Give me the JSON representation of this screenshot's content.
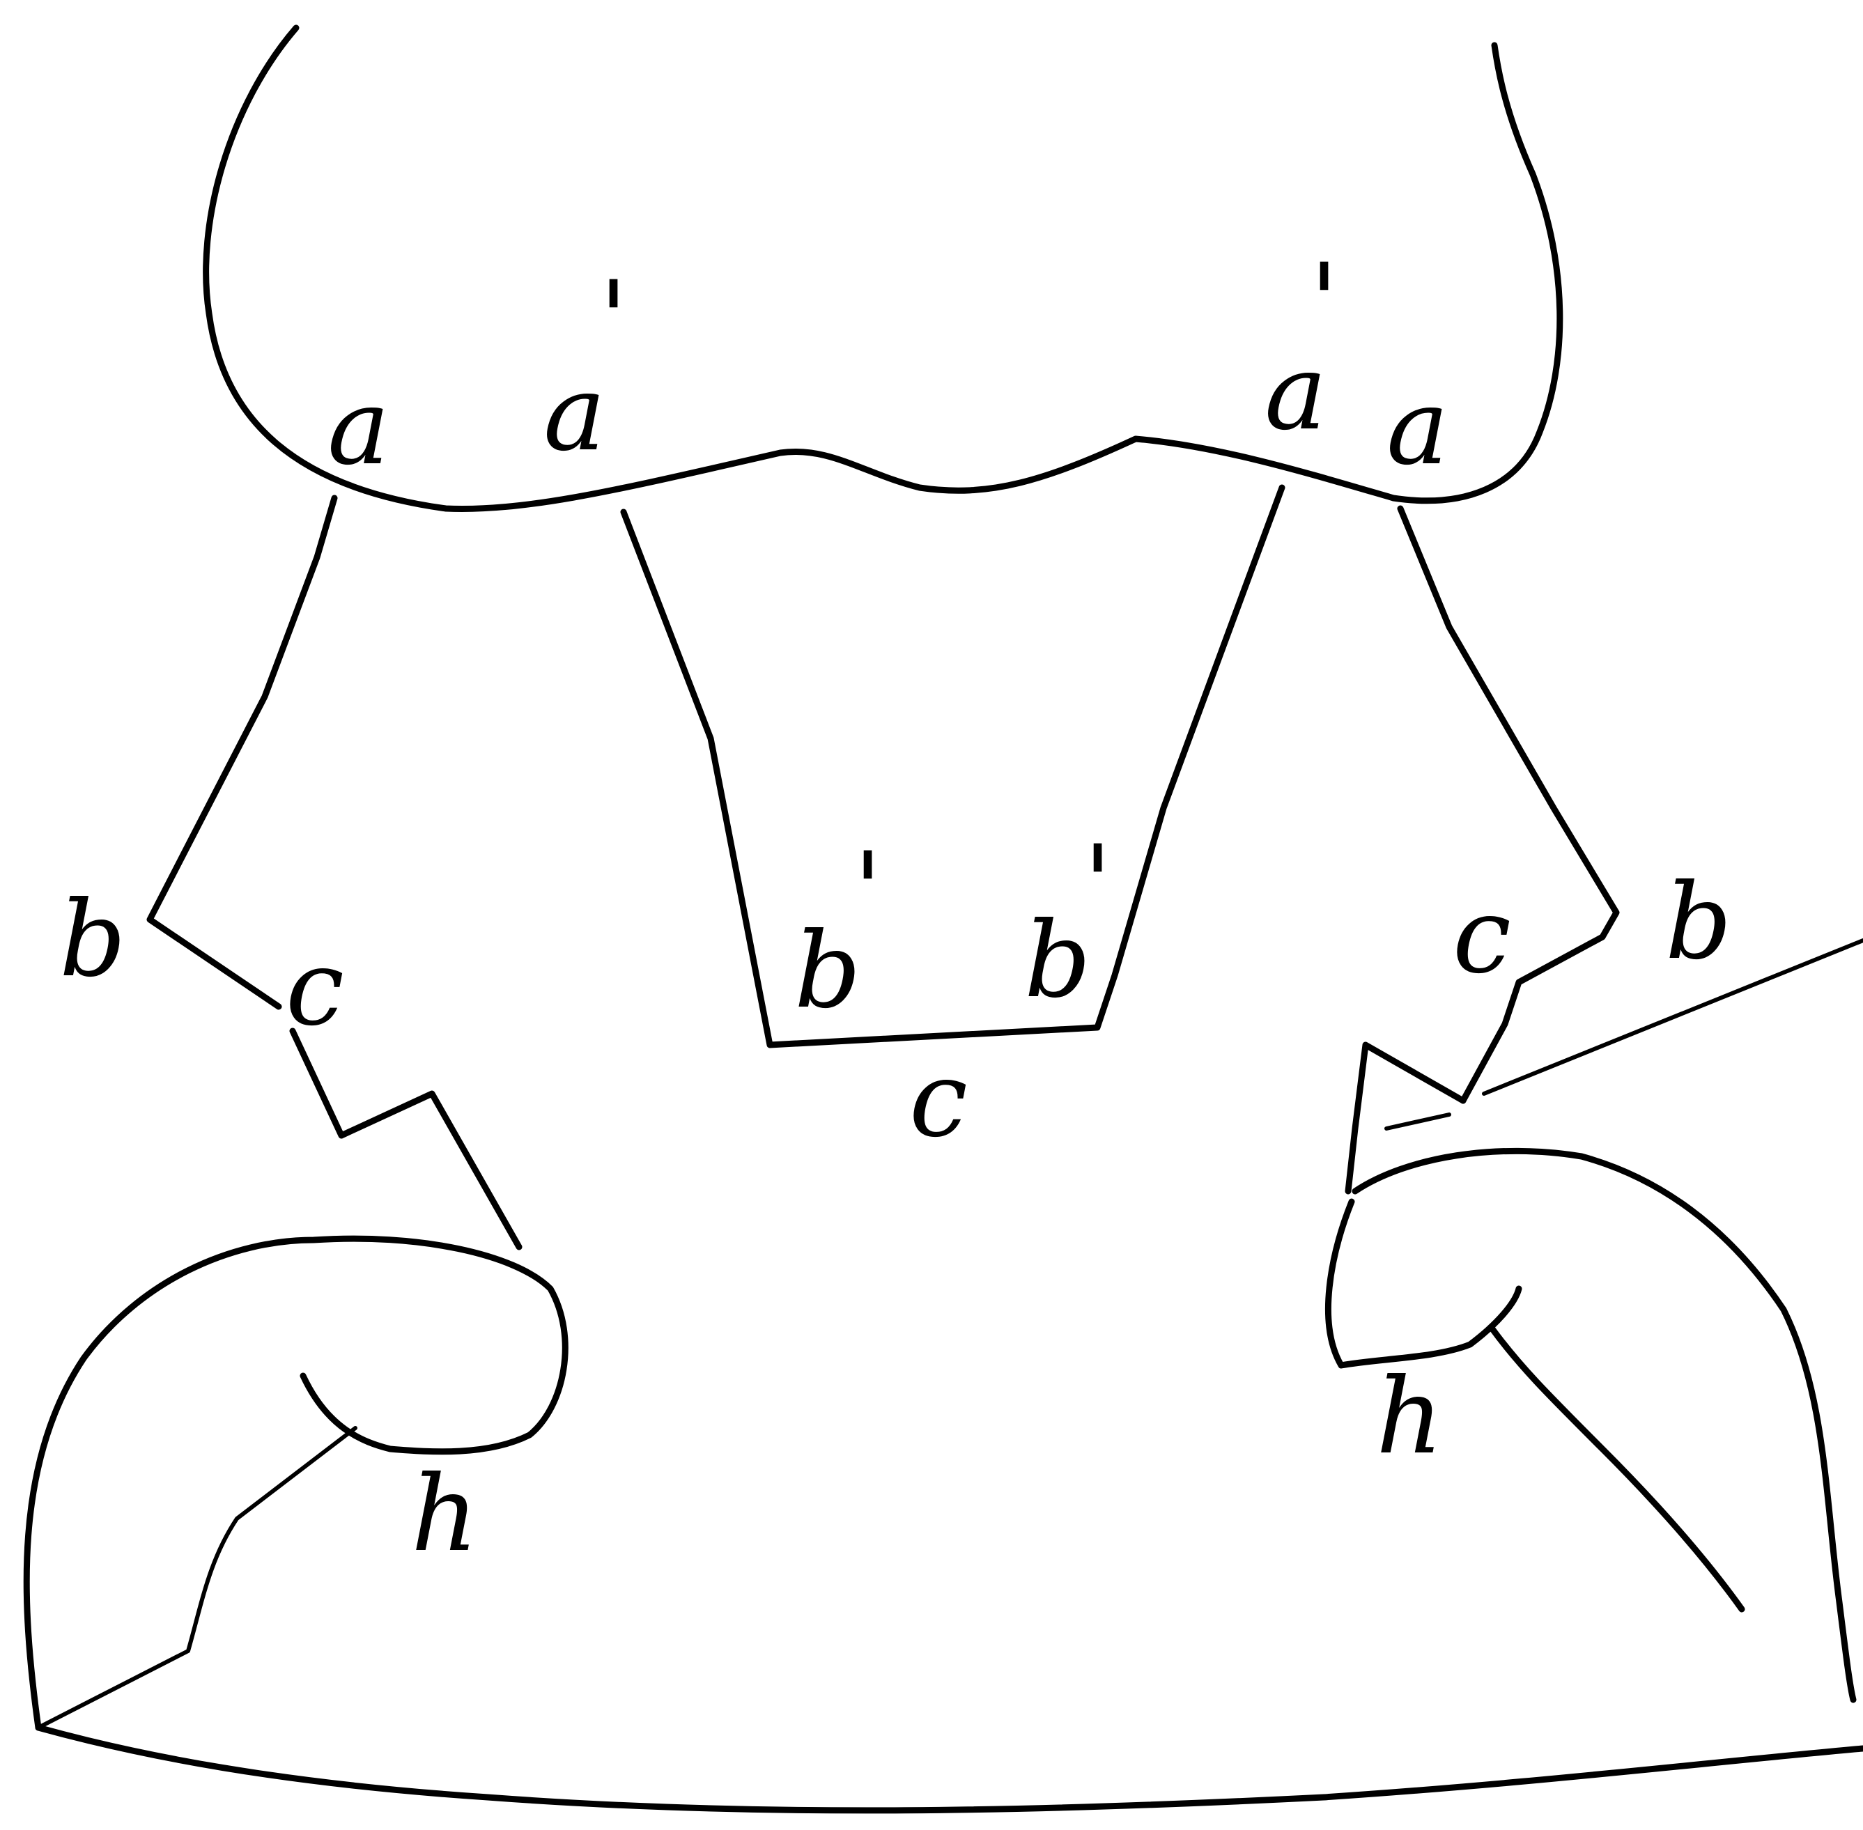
{
  "labels": {
    "a_left": "a",
    "a_prime_left": "a",
    "a_prime_right": "a",
    "a_right": "a",
    "prime_mark": "'",
    "b_left": "b",
    "b_prime_left": "b",
    "b_prime_right": "b",
    "b_right": "b",
    "c_left": "c",
    "c_center": "c",
    "c_right": "c",
    "h_left": "h",
    "h_right": "h"
  }
}
